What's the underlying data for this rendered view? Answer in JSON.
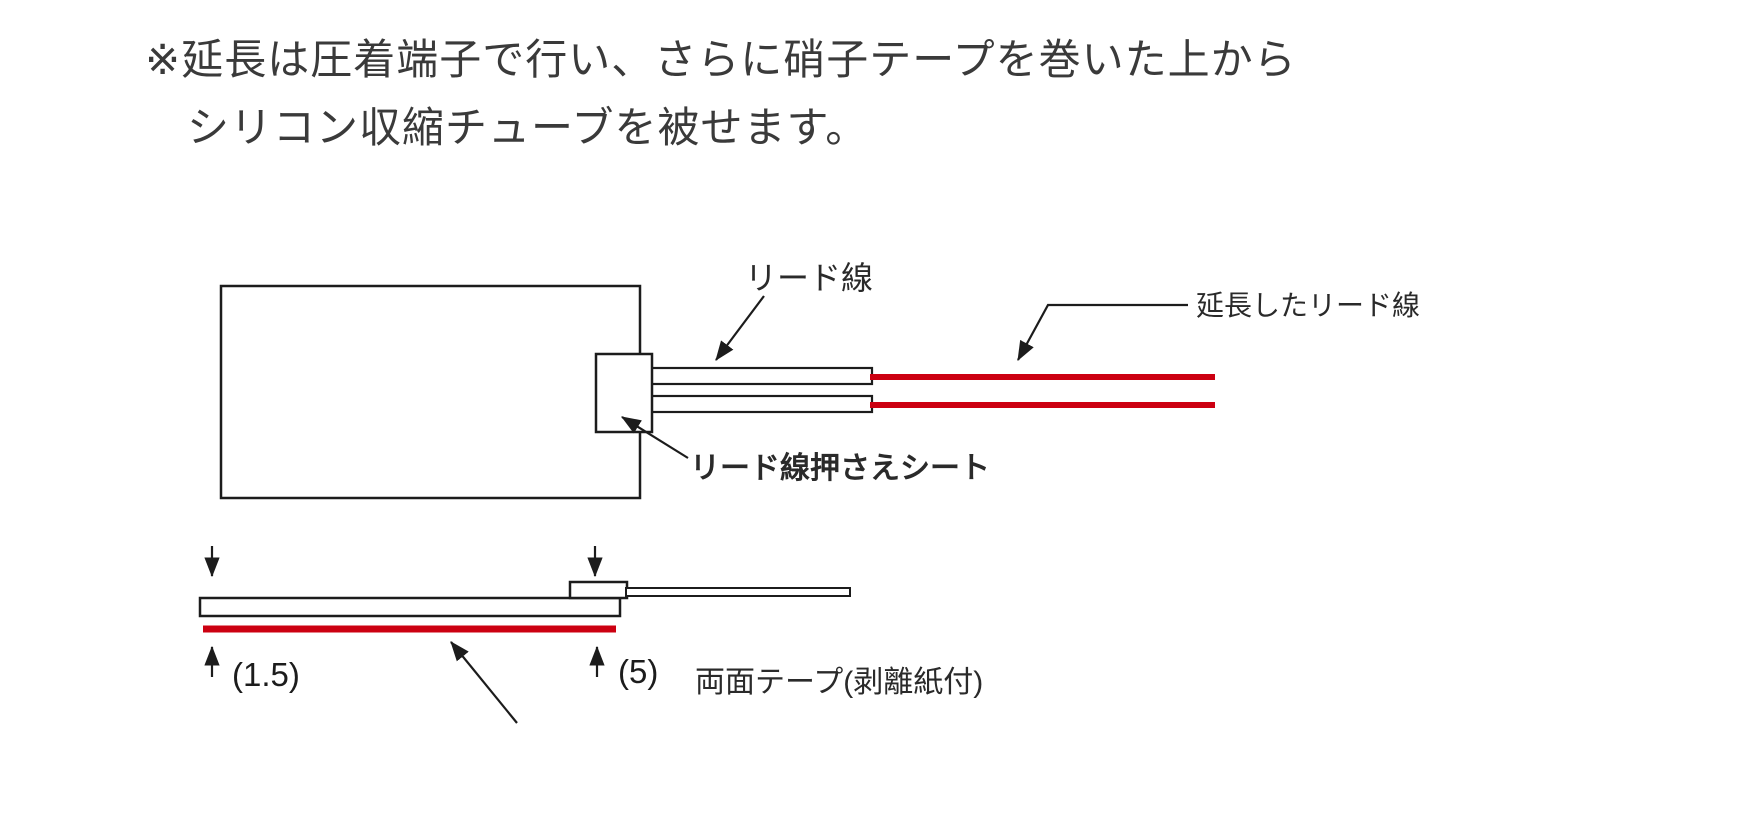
{
  "note": {
    "line1": "※延長は圧着端子で行い、さらに硝子テープを巻いた上から",
    "line2": "シリコン収縮チューブを被せます。"
  },
  "labels": {
    "lead_wire": "リード線",
    "extended_lead_wire": "延長したリード線",
    "lead_wire_holder_sheet": "リード線押さえシート",
    "double_sided_tape": "両面テープ(剥離紙付)",
    "dim_sheet_thickness": "(1.5)",
    "dim_holder_thickness": "(5)"
  },
  "colors": {
    "line": "#1c1c1c",
    "red": "#cc0011",
    "note_text": "#3a3a3a",
    "background": "#ffffff"
  }
}
